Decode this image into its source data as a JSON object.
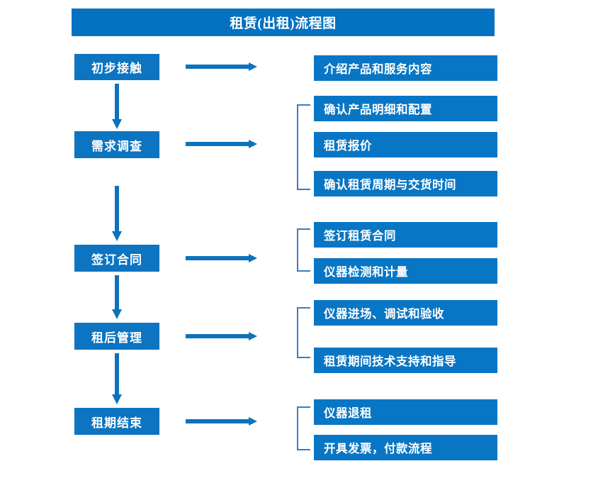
{
  "title": {
    "text": "租赁(出租)流程图"
  },
  "colors": {
    "title_bar": "#0571c1",
    "stage_box": "#0c74c0",
    "detail_box": "#0876c4",
    "arrow": "#0d72bd",
    "bracket": "#3a7cc0",
    "text": "#ffffff",
    "background": "#ffffff"
  },
  "stages": [
    {
      "label": "初步接触"
    },
    {
      "label": "需求调查"
    },
    {
      "label": "签订合同"
    },
    {
      "label": "租后管理"
    },
    {
      "label": "租期结束"
    }
  ],
  "details": [
    {
      "label": "介绍产品和服务内容"
    },
    {
      "label": "确认产品明细和配置"
    },
    {
      "label": "租赁报价"
    },
    {
      "label": "确认租赁周期与交货时间"
    },
    {
      "label": "签订租赁合同"
    },
    {
      "label": "仪器检测和计量"
    },
    {
      "label": "仪器进场、调试和验收"
    },
    {
      "label": "租赁期间技术支持和指导"
    },
    {
      "label": "仪器退租"
    },
    {
      "label": "开具发票，付款流程"
    }
  ],
  "icons": {
    "right_arrow": "right-arrow-icon",
    "down_arrow": "down-arrow-icon",
    "bracket": "group-bracket-icon"
  }
}
